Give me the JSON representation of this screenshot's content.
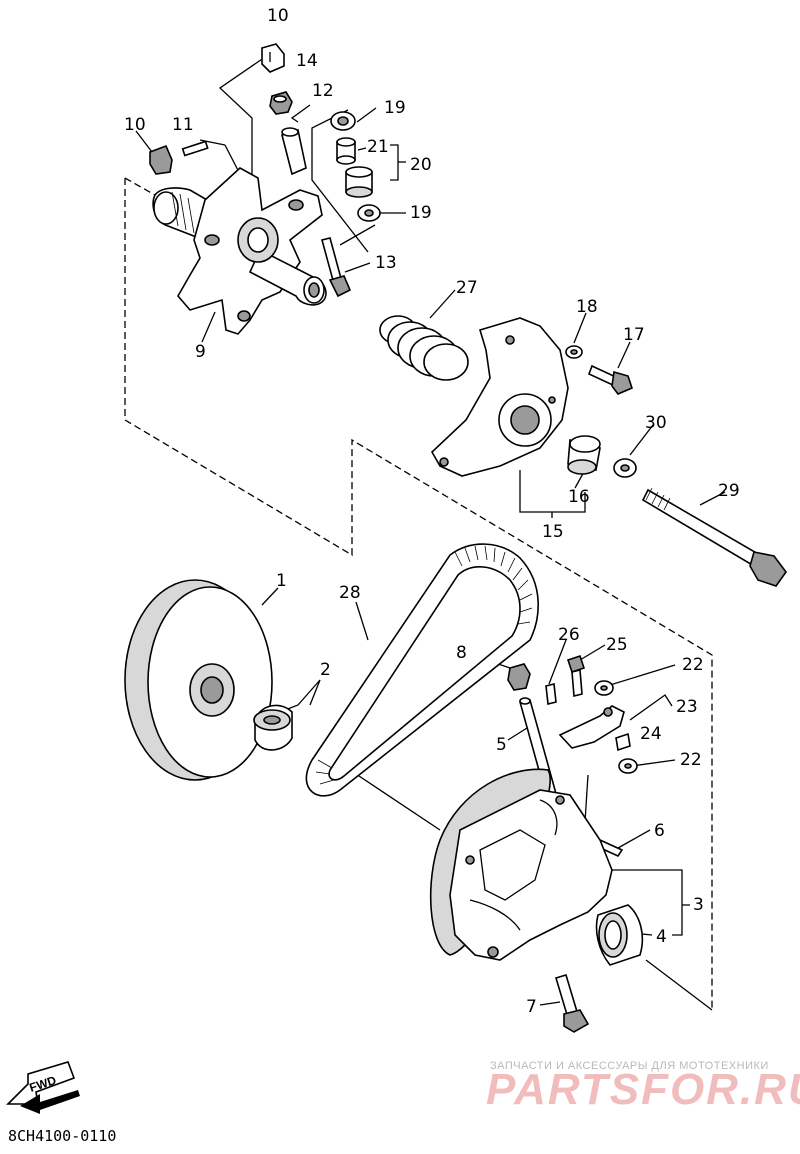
{
  "diagram": {
    "code": "8CH4100-0110",
    "fwd_label": "FWD",
    "watermark_subtitle": "ЗАПЧАСТИ И АКСЕССУАРЫ ДЛЯ МОТОТЕХНИКИ",
    "watermark_logo": "PARTSFOR.RU",
    "callouts": {
      "c1": "1",
      "c2": "2",
      "c3": "3",
      "c4": "4",
      "c5": "5",
      "c6": "6",
      "c7": "7",
      "c8": "8",
      "c9": "9",
      "c10a": "10",
      "c10b": "10",
      "c11": "11",
      "c12": "12",
      "c13": "13",
      "c14": "14",
      "c15": "15",
      "c16": "16",
      "c17": "17",
      "c18": "18",
      "c19a": "19",
      "c19b": "19",
      "c20": "20",
      "c21": "21",
      "c22a": "22",
      "c22b": "22",
      "c23": "23",
      "c24": "24",
      "c25": "25",
      "c26": "26",
      "c27": "27",
      "c28": "28",
      "c29": "29",
      "c30": "30"
    }
  }
}
